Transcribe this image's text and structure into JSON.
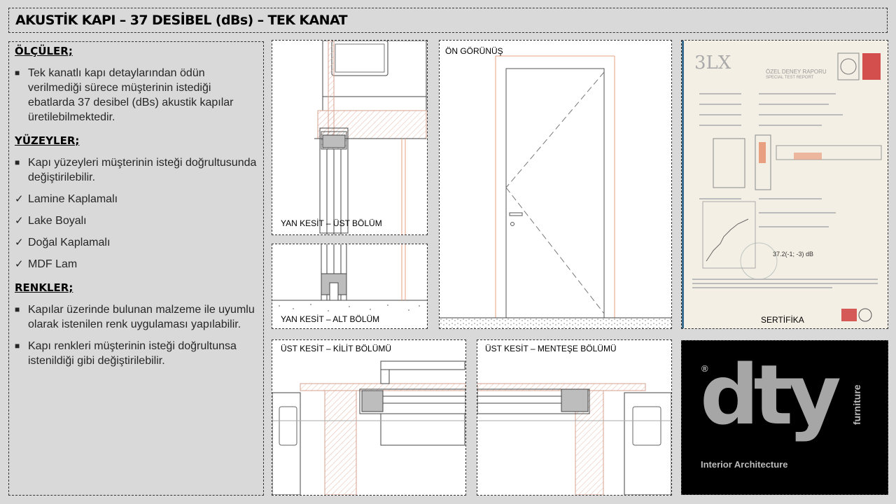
{
  "header": {
    "title": "AKUSTİK KAPI – 37 DESİBEL (dBs) – TEK KANAT"
  },
  "specs": {
    "sections": [
      {
        "heading": "ÖLÇÜLER;",
        "items": [
          {
            "marker": "■",
            "text": "Tek kanatlı kapı detaylarından ödün verilmediği sürece müşterinin istediği ebatlarda 37 desibel (dBs) akustik kapılar üretilebilmektedir."
          }
        ]
      },
      {
        "heading": "YÜZEYLER;",
        "items": [
          {
            "marker": "■",
            "text": "Kapı yüzeyleri müşterinin isteği doğrultusunda değiştirilebilir."
          },
          {
            "marker": "✓",
            "text": "Lamine Kaplamalı"
          },
          {
            "marker": "✓",
            "text": "Lake Boyalı"
          },
          {
            "marker": "✓",
            "text": "Doğal Kaplamalı"
          },
          {
            "marker": "✓",
            "text": "MDF Lam"
          }
        ]
      },
      {
        "heading": "RENKLER;",
        "items": [
          {
            "marker": "■",
            "text": "Kapılar üzerinde bulunan malzeme ile uyumlu olarak istenilen renk uygulaması yapılabilir."
          },
          {
            "marker": "■",
            "text": "Kapı renkleri müşterinin isteği doğrultunsa istenildiği gibi değiştirilebilir."
          }
        ]
      }
    ]
  },
  "drawings": {
    "side_top": "YAN KESİT – ÜST BÖLÜM",
    "side_bottom": "YAN KESİT – ALT BÖLÜM",
    "front": "ÖN GÖRÜNÜŞ",
    "top_lock": "ÜST KESİT – KİLİT BÖLÜMÜ",
    "top_hinge": "ÜST KESİT – MENTEŞE BÖLÜMÜ"
  },
  "certificate": {
    "caption": "SERTİFİKA",
    "report_title": "ÖZEL DENEY RAPORU",
    "report_subtitle": "SPECIAL TEST REPORT",
    "result": "37.2(-1; -3) dB"
  },
  "logo": {
    "registered": "®",
    "mark": "dty",
    "side": "furniture",
    "tagline": "Interior Architecture"
  },
  "colors": {
    "background": "#d9d9d9",
    "logo_bg": "#000000",
    "logo_text": "#a6a6a6",
    "frame_line": "#e8a080"
  }
}
